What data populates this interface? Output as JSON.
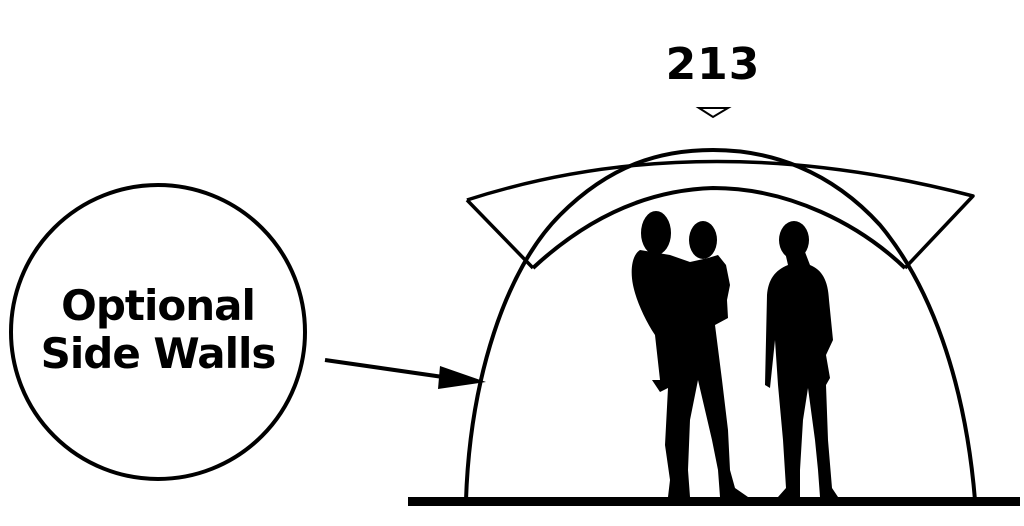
{
  "diagram": {
    "reference_number": "213",
    "callout": {
      "line1": "Optional",
      "line2": "Side Walls"
    },
    "elements": {
      "tent_dome": "dome-shaped tent frame with outer and inner arch",
      "canopy": "flat rain-fly canopy over dome top",
      "people": [
        "adult carrying child",
        "standing adult"
      ],
      "ground": "ground line"
    },
    "colors": {
      "stroke": "#000000",
      "background": "#ffffff"
    }
  }
}
